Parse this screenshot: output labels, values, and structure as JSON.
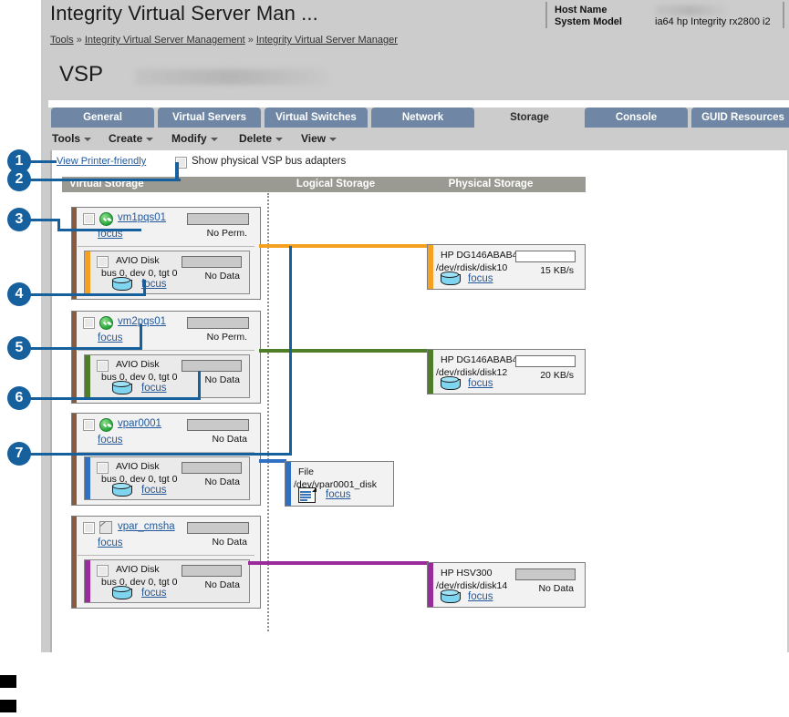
{
  "window": {
    "title": "Integrity Virtual Server Man ...",
    "host_name_label": "Host Name",
    "system_model_label": "System Model",
    "host_name_value": "",
    "system_model_value": "ia64 hp Integrity rx2800 i2"
  },
  "breadcrumb": {
    "items": [
      "Tools",
      "Integrity Virtual Server Management",
      "Integrity Virtual Server Manager"
    ],
    "separator": "»"
  },
  "vsp": {
    "label": "VSP",
    "name": ""
  },
  "tabs": [
    {
      "label": "General",
      "active": false
    },
    {
      "label": "Virtual Servers",
      "active": false
    },
    {
      "label": "Virtual Switches",
      "active": false
    },
    {
      "label": "Network",
      "active": false
    },
    {
      "label": "Storage",
      "active": true
    },
    {
      "label": "Console",
      "active": false
    },
    {
      "label": "GUID Resources",
      "active": false
    }
  ],
  "menubar": [
    {
      "label": "Tools"
    },
    {
      "label": "Create"
    },
    {
      "label": "Modify"
    },
    {
      "label": "Delete"
    },
    {
      "label": "View"
    }
  ],
  "toolbar": {
    "printer_friendly": "View Printer-friendly",
    "show_adapters_label": "Show physical VSP bus adapters",
    "show_adapters_checked": false
  },
  "columns": [
    {
      "label": "Virtual Storage"
    },
    {
      "label": ""
    },
    {
      "label": "Logical Storage"
    },
    {
      "label": "Physical Storage"
    }
  ],
  "focus_label": "focus",
  "rows": [
    {
      "vm": {
        "name": "vm1pqs01",
        "status": "ok",
        "focus": "focus",
        "gauge_status": "No Perm.",
        "gauge_filled": false,
        "accent": "#8b5a3c"
      },
      "disk": {
        "title": "AVIO Disk",
        "address": "bus 0, dev 0, tgt 0",
        "focus": "focus",
        "gauge_status": "No Data",
        "accent": "#f5a01e"
      },
      "connector_color": "#f5a01e",
      "physical": {
        "name": "HP DG146ABAB4",
        "path": "/dev/rdisk/disk10",
        "focus": "focus",
        "gauge_status": "15 KB/s",
        "gauge_empty": true,
        "accent": "#f5a01e"
      }
    },
    {
      "vm": {
        "name": "vm2pqs01",
        "status": "ok",
        "focus": "focus",
        "gauge_status": "No Perm.",
        "gauge_filled": false,
        "accent": "#8b5a3c"
      },
      "disk": {
        "title": "AVIO Disk",
        "address": "bus 0, dev 0, tgt 0",
        "focus": "focus",
        "gauge_status": "No Data",
        "accent": "#4e7f28"
      },
      "connector_color": "#4e7f28",
      "physical": {
        "name": "HP DG146ABAB4",
        "path": "/dev/rdisk/disk12",
        "focus": "focus",
        "gauge_status": "20 KB/s",
        "gauge_empty": true,
        "accent": "#4e7f28"
      }
    },
    {
      "vm": {
        "name": "vpar0001",
        "status": "ok",
        "focus": "focus",
        "gauge_status": "No Data",
        "gauge_filled": false,
        "accent": "#8b5a3c"
      },
      "disk": {
        "title": "AVIO Disk",
        "address": "bus 0, dev 0, tgt 0",
        "focus": "focus",
        "gauge_status": "No Data",
        "accent": "#2f6fc4"
      },
      "connector_color": "#2f6fc4",
      "logical": {
        "kind": "File",
        "path": "/dev/vpar0001_disk",
        "focus": "focus",
        "accent": "#2f6fc4"
      }
    },
    {
      "vm": {
        "name": "vpar_cmsha",
        "status": "off",
        "focus": "focus",
        "gauge_status": "No Data",
        "gauge_filled": false,
        "accent": "#8b5a3c"
      },
      "disk": {
        "title": "AVIO Disk",
        "address": "bus 0, dev 0, tgt 0",
        "focus": "focus",
        "gauge_status": "No Data",
        "accent": "#9b2a9b"
      },
      "connector_color": "#9b2a9b",
      "physical": {
        "name": "HP HSV300",
        "path": "/dev/rdisk/disk14",
        "focus": "focus",
        "gauge_status": "No Data",
        "gauge_empty": false,
        "accent": "#9b2a9b"
      }
    }
  ],
  "callouts": [
    {
      "number": "1"
    },
    {
      "number": "2"
    },
    {
      "number": "3"
    },
    {
      "number": "4"
    },
    {
      "number": "5"
    },
    {
      "number": "6"
    },
    {
      "number": "7"
    }
  ],
  "colors": {
    "badge": "#17609e",
    "link": "#23599c",
    "tab": "#6f87a4",
    "tab_active": "#cccccc",
    "column_header": "#9a9a93",
    "chrome": "#cccccc"
  }
}
